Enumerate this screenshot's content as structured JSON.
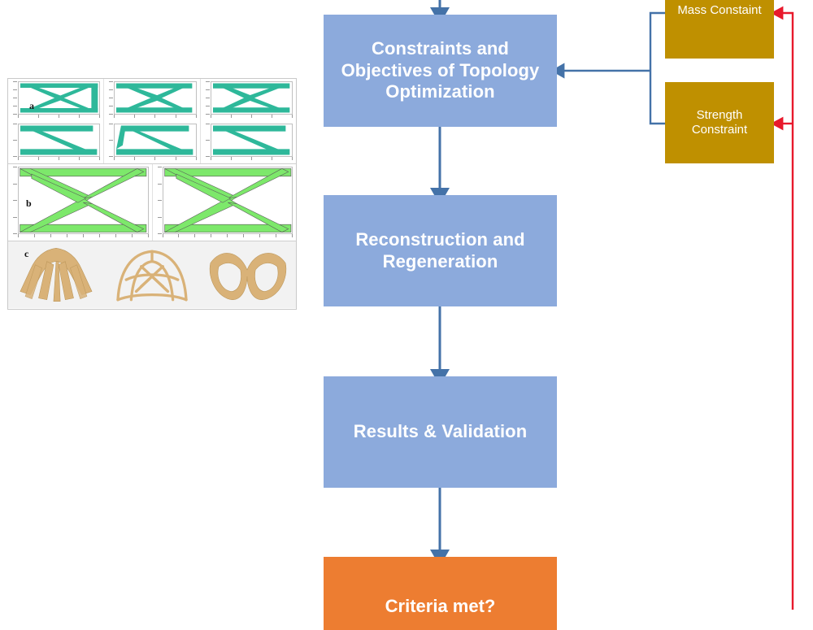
{
  "diagram": {
    "title": "Topology Optimization Process Flowchart",
    "colors": {
      "process_blue": "#8CAADC",
      "constraint_gold": "#BF9000",
      "decision_orange": "#ED7D31",
      "arrow_blue": "#4472A8",
      "arrow_red": "#E8192C"
    },
    "nodes": {
      "constraints": {
        "label": "Constraints and Objectives of Topology Optimization",
        "line1": "Constraints and",
        "line2": "Objectives of Topology",
        "line3": "Optimization",
        "shape": "process",
        "color": "#8CAADC"
      },
      "reconstruction": {
        "label": "Reconstruction and Regeneration",
        "line1": "Reconstruction and",
        "line2": "Regeneration",
        "shape": "process",
        "color": "#8CAADC"
      },
      "results": {
        "label": "Results & Validation",
        "line1": "Results & Validation",
        "shape": "process",
        "color": "#8CAADC"
      },
      "criteria": {
        "label": "Criteria met?",
        "line1": "Criteria met?",
        "shape": "decision",
        "color": "#ED7D31",
        "note": "partially cut off at bottom edge of screenshot"
      },
      "mass_constraint": {
        "label": "Mass Constaint",
        "line1": "Mass Constaint",
        "shape": "constraint",
        "color": "#BF9000",
        "note": "partially cut off at top edge of screenshot"
      },
      "strength_constraint": {
        "label": "Strength Constraint",
        "line1": "Strength",
        "line2": "Constraint",
        "shape": "constraint",
        "color": "#BF9000"
      }
    },
    "connectors": [
      {
        "name": "into-constraints",
        "from": "top-edge",
        "to": "constraints",
        "color": "#4472A8",
        "style": "solid-arrow-down"
      },
      {
        "name": "constraints-to-reconstruction",
        "from": "constraints",
        "to": "reconstruction",
        "color": "#4472A8",
        "style": "solid-arrow-down"
      },
      {
        "name": "reconstruction-to-results",
        "from": "reconstruction",
        "to": "results",
        "color": "#4472A8",
        "style": "solid-arrow-down"
      },
      {
        "name": "results-to-criteria",
        "from": "results",
        "to": "criteria",
        "color": "#4472A8",
        "style": "solid-arrow-down"
      },
      {
        "name": "constraints-bracket",
        "from": "mass_constraint,strength_constraint",
        "to": "constraints",
        "color": "#4472A8",
        "style": "bracket-arrow-left"
      },
      {
        "name": "feedback-to-mass",
        "from": "criteria-loop",
        "to": "mass_constraint",
        "color": "#E8192C",
        "style": "arrow-left"
      },
      {
        "name": "feedback-to-strength",
        "from": "criteria-loop",
        "to": "strength_constraint",
        "color": "#E8192C",
        "style": "arrow-left"
      }
    ],
    "figure": {
      "name": "topology-optimization-results-figure",
      "panels": [
        {
          "letter": "a",
          "description": "Six teal topology-optimized cantilever beam results on plotted axes"
        },
        {
          "letter": "b",
          "description": "Two green topology-optimized beam results on plotted axes"
        },
        {
          "letter": "c",
          "description": "Three tan 3D rendered reconstructed optimized structures"
        }
      ],
      "panel_a_letter": "a",
      "panel_b_letter": "b",
      "panel_c_letter": "c",
      "teal": "#2EB89A",
      "green": "#7DE86B",
      "tan": "#D9B278"
    }
  }
}
